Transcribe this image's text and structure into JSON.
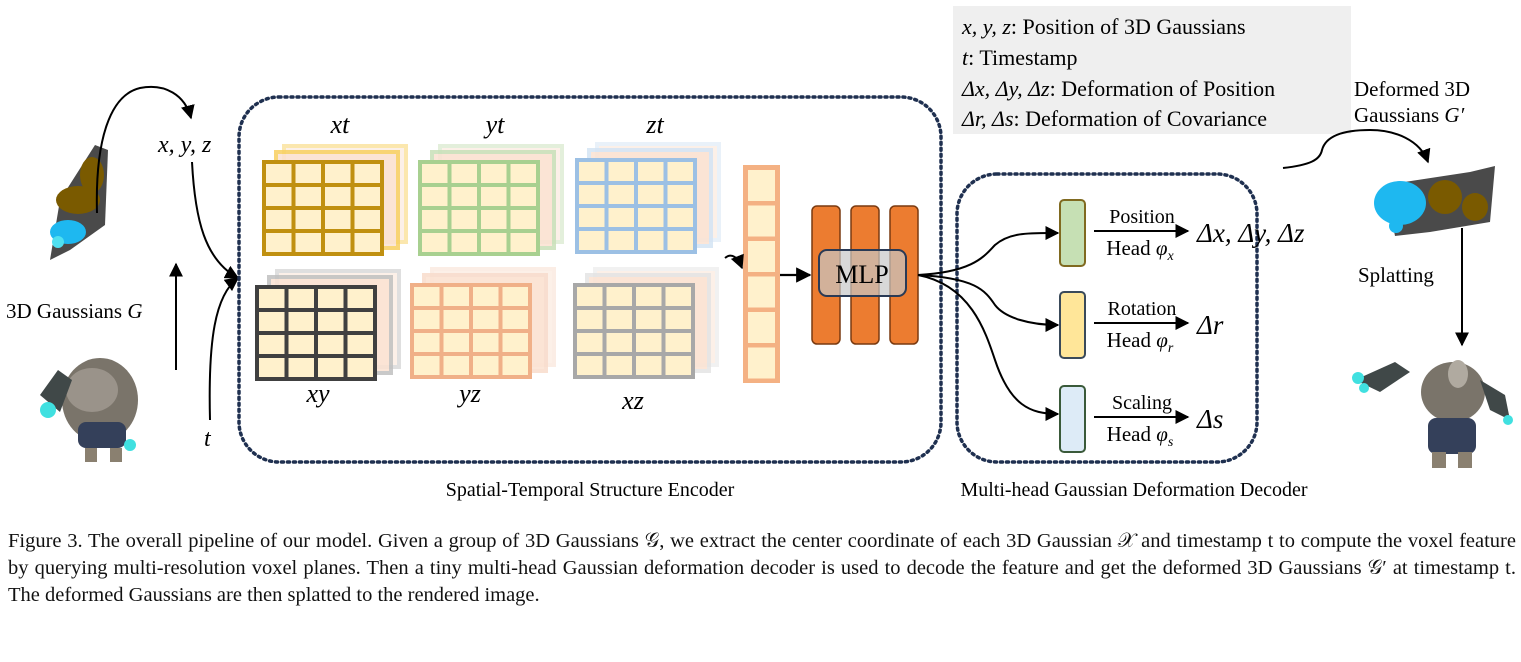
{
  "figure": {
    "legend": {
      "lines": [
        {
          "symbol": "x, y, z",
          "text": ": Position of 3D Gaussians"
        },
        {
          "symbol": "t",
          "text": ": Timestamp"
        },
        {
          "symbol": "Δx, Δy, Δz",
          "text": ": Deformation of Position"
        },
        {
          "symbol": "Δr, Δs",
          "text": ": Deformation of Covariance"
        }
      ]
    },
    "input": {
      "position_label": "x, y, z",
      "time_label": "t",
      "gaussians_label": "3D Gaussians ",
      "gaussians_symbol": "G"
    },
    "encoder": {
      "title": "Spatial-Temporal Structure Encoder",
      "planes": [
        {
          "label": "xt",
          "color": "#c09010",
          "back_color": "#f8d060"
        },
        {
          "label": "yt",
          "color": "#a8d090",
          "back_color": "#c8e0b8"
        },
        {
          "label": "zt",
          "color": "#9cc0e4",
          "back_color": "#d4e4f4"
        },
        {
          "label": "xy",
          "color": "#404040",
          "back_color": "#c0c0c0"
        },
        {
          "label": "yz",
          "color": "#f0b088",
          "back_color": "#f8dccc"
        },
        {
          "label": "xz",
          "color": "#a8a8a8",
          "back_color": "#e4e4e4"
        }
      ],
      "cell_fill": "#fff1cc",
      "mlp_label": "MLP",
      "mlp_color": "#ec7c30"
    },
    "decoder": {
      "title": "Multi-head Gaussian Deformation Decoder",
      "heads": [
        {
          "name_line1": "Position",
          "name_line2": "Head ",
          "sym": "φ",
          "sub": "x",
          "output": "Δx, Δy, Δz",
          "fill": "#c6e0b4",
          "stroke": "#806a20"
        },
        {
          "name_line1": "Rotation",
          "name_line2": "Head ",
          "sym": "φ",
          "sub": "r",
          "output": "Δr",
          "fill": "#ffe699",
          "stroke": "#3a4a5a"
        },
        {
          "name_line1": "Scaling",
          "name_line2": "Head ",
          "sym": "φ",
          "sub": "s",
          "output": "Δs",
          "fill": "#ddebf7",
          "stroke": "#3a5a3a"
        }
      ]
    },
    "output": {
      "deformed_line1": "Deformed 3D",
      "deformed_line2": "Gaussians ",
      "deformed_symbol": "G′",
      "splatting_label": "Splatting"
    }
  },
  "caption": {
    "text": "Figure 3. The overall pipeline of our model. Given a group of 3D Gaussians 𝒢, we extract the center coordinate of each 3D Gaussian 𝒳 and timestamp t to compute the voxel feature by querying multi-resolution voxel planes. Then a tiny multi-head Gaussian deformation decoder is used to decode the feature and get the deformed 3D Gaussians 𝒢′ at timestamp t. The deformed Gaussians are then splatted to the rendered image."
  }
}
